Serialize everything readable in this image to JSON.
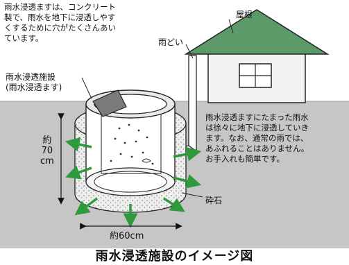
{
  "title": "雨水浸透施設のイメージ図",
  "notes": {
    "top_left": "雨水浸透ますは、コンクリート\n製で、雨水を地下に浸透しやす\nくするために穴がたくさんあい\nています。",
    "right": "雨水浸透ますにたまった雨水\nは徐々に地下に浸透していき\nます。なお、通常の雨では、\nあふれることはありません。\nお手入れも簡単です。"
  },
  "labels": {
    "facility": "雨水浸透施設\n(雨水浸透ます)",
    "roof": "屋根",
    "gutter": "雨どい",
    "gravel": "砕石",
    "height": "約\n70\ncm",
    "width": "約60cm"
  },
  "colors": {
    "ground": "#c6c6c6",
    "roof": "#5d9a6a",
    "house_wall": "#f2f2f2",
    "arrow": "#2e9a3c",
    "gravel": "#e6e6e6"
  },
  "icons": [
    "downward-arrow-icon",
    "outward-arrow-icon"
  ]
}
